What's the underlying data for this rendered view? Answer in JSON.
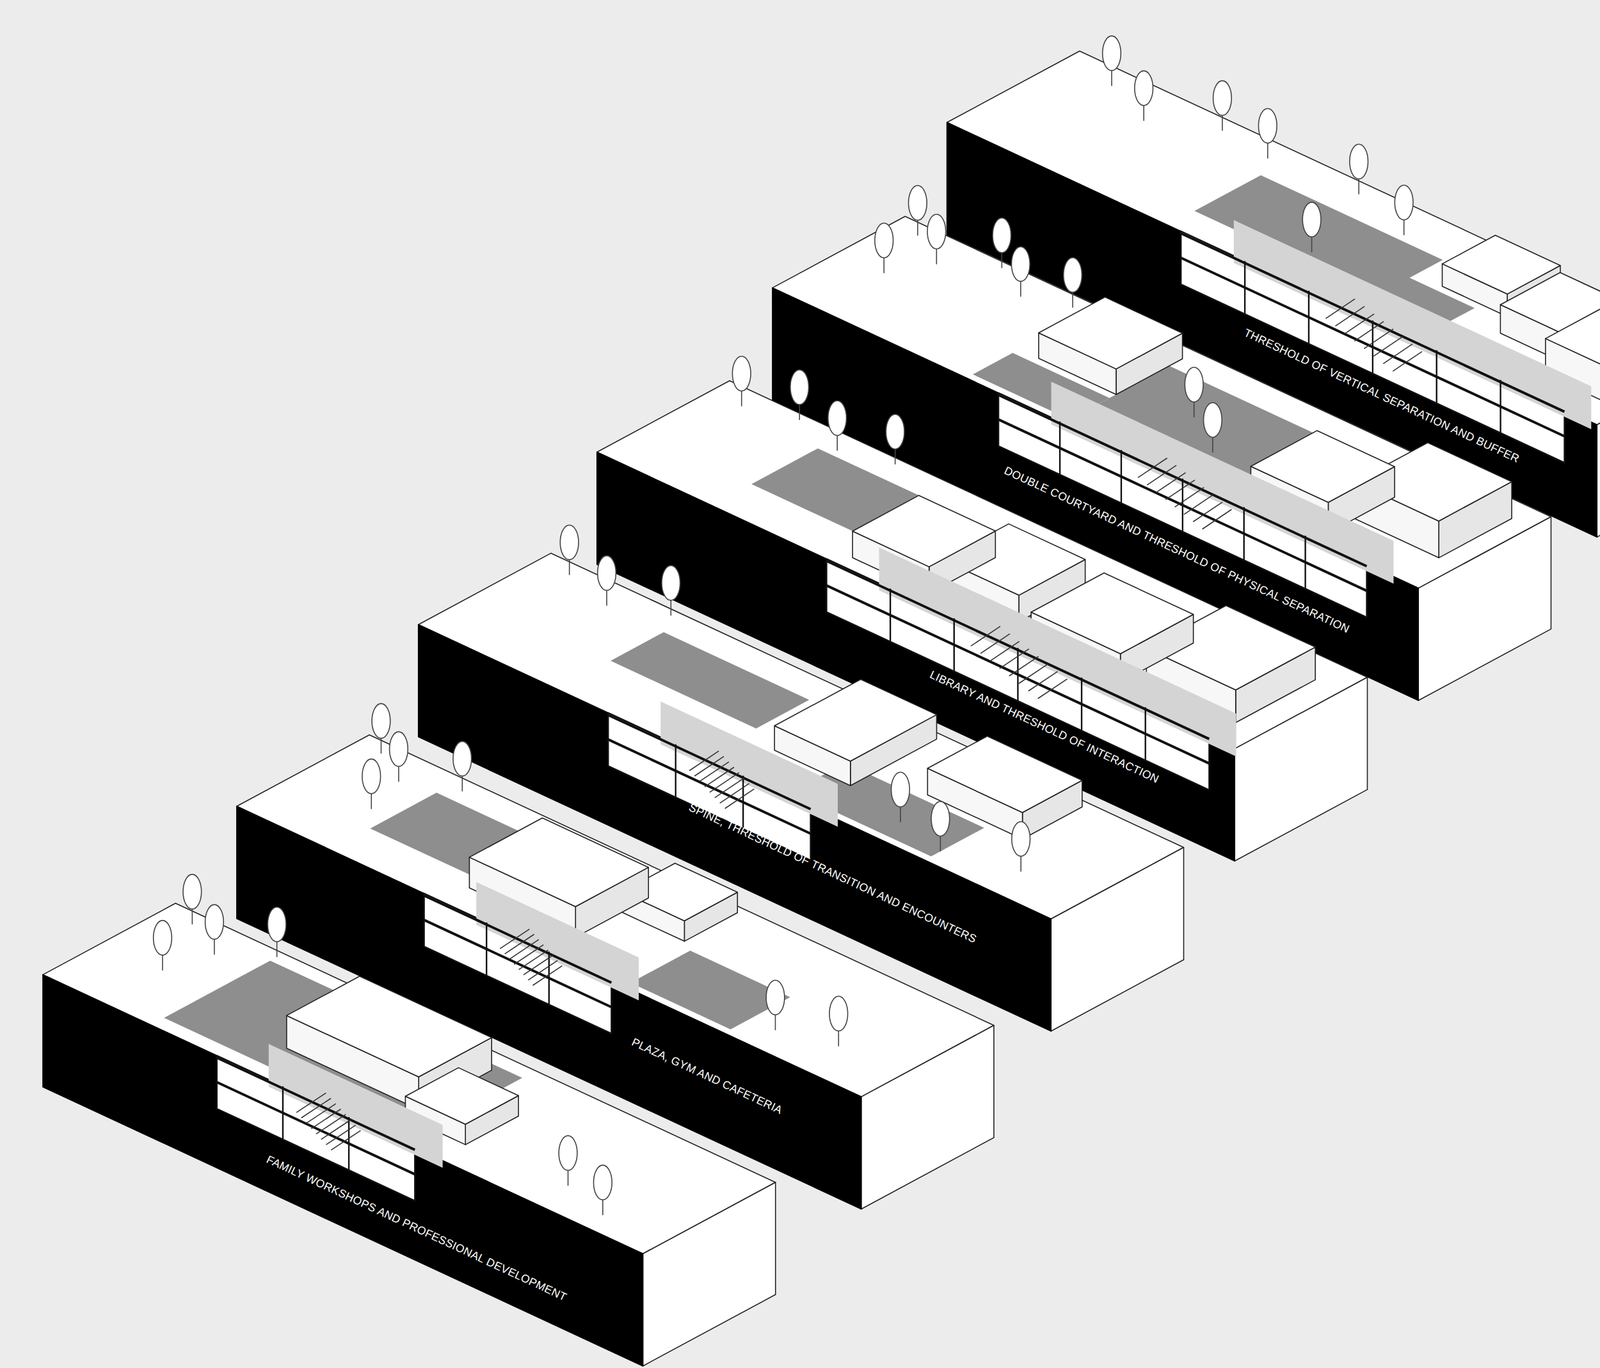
{
  "diagram": {
    "labels": [
      "THRESHOLD OF VERTICAL SEPARATION AND BUFFER",
      "DOUBLE COURTYARD AND THRESHOLD OF PHYSICAL SEPARATION",
      "LIBRARY AND THRESHOLD OF INTERACTION",
      "SPINE, THRESHOLD OF TRANSITION AND ENCOUNTERS",
      "PLAZA, GYM AND CAFETERIA",
      "FAMILY WORKSHOPS AND PROFESSIONAL DEVELOPMENT"
    ]
  }
}
